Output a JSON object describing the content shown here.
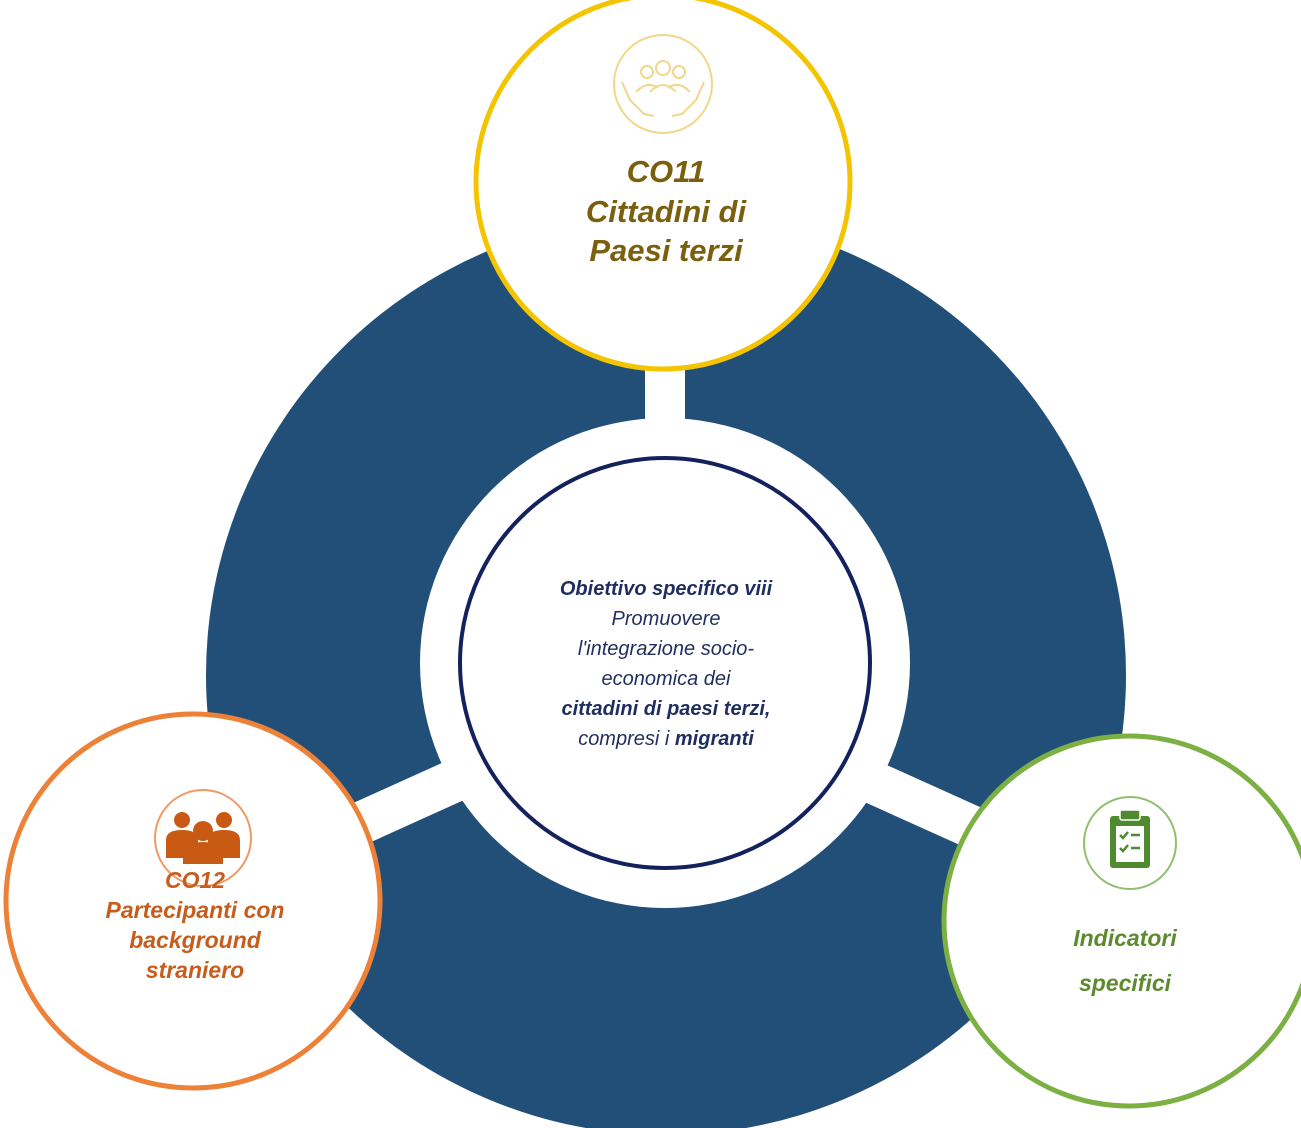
{
  "colors": {
    "ring": "#224f78",
    "top_accent": "#f5c400",
    "top_text": "#7a5f0e",
    "center_border": "#13225c",
    "center_text": "#1f2e5e",
    "left_accent": "#ee8138",
    "left_text": "#c75d1c",
    "right_accent": "#7cb043",
    "right_text": "#5c8a2e"
  },
  "top_node": {
    "icon": "people-in-hands-icon",
    "line1": "CO11",
    "line2": "Cittadini di",
    "line3": "Paesi terzi"
  },
  "center_node": {
    "title": "Obiettivo specifico viii",
    "line1": "Promuovere",
    "line2": "l'integrazione socio-",
    "line3": "economica dei",
    "line4": "cittadini di paesi terzi,",
    "line5_prefix": "compresi i ",
    "line5_bold": "migranti"
  },
  "left_node": {
    "icon": "group-of-people-icon",
    "line1": "CO12",
    "line2": "Partecipanti con",
    "line3": "background",
    "line4": "straniero"
  },
  "right_node": {
    "icon": "clipboard-checklist-icon",
    "line1": "Indicatori",
    "line2": "specifici"
  }
}
